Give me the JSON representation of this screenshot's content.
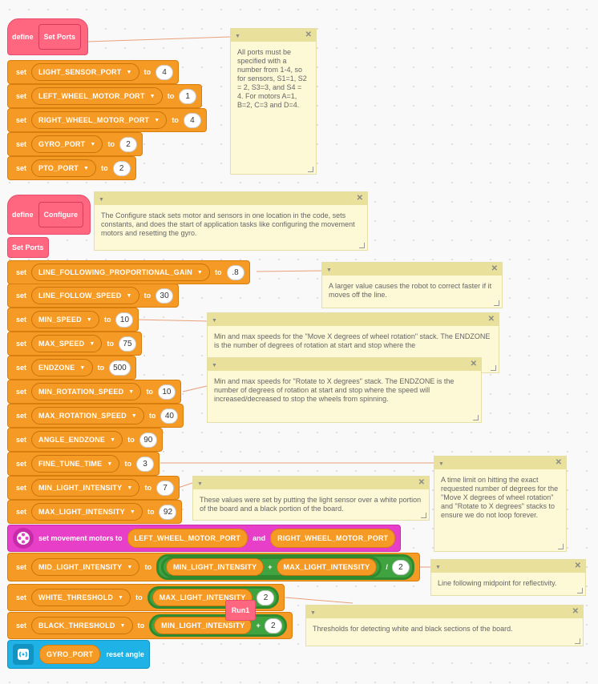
{
  "keywords": {
    "define": "define",
    "set": "set",
    "to": "to",
    "and": "and"
  },
  "stack1": {
    "name": "Set Ports",
    "rows": [
      {
        "var": "LIGHT_SENSOR_PORT",
        "value": "4"
      },
      {
        "var": "LEFT_WHEEL_MOTOR_PORT",
        "value": "1"
      },
      {
        "var": "RIGHT_WHEEL_MOTOR_PORT",
        "value": "4"
      },
      {
        "var": "GYRO_PORT",
        "value": "2"
      },
      {
        "var": "PTO_PORT",
        "value": "2"
      }
    ]
  },
  "stack2": {
    "name": "Configure",
    "call": "Set Ports",
    "rows": [
      {
        "var": "LINE_FOLLOWING_PROPORTIONAL_GAIN",
        "value": ".8"
      },
      {
        "var": "LINE_FOLLOW_SPEED",
        "value": "30"
      },
      {
        "var": "MIN_SPEED",
        "value": "10"
      },
      {
        "var": "MAX_SPEED",
        "value": "75"
      },
      {
        "var": "ENDZONE",
        "value": "500"
      },
      {
        "var": "MIN_ROTATION_SPEED",
        "value": "10"
      },
      {
        "var": "MAX_ROTATION_SPEED",
        "value": "40"
      },
      {
        "var": "ANGLE_ENDZONE",
        "value": "90"
      },
      {
        "var": "FINE_TUNE_TIME",
        "value": "3"
      },
      {
        "var": "MIN_LIGHT_INTENSITY",
        "value": "7"
      },
      {
        "var": "MAX_LIGHT_INTENSITY",
        "value": "92"
      }
    ],
    "movement": {
      "label": "set movement motors to",
      "left": "LEFT_WHEEL_MOTOR_PORT",
      "right": "RIGHT_WHEEL_MOTOR_PORT"
    },
    "mid": {
      "var": "MID_LIGHT_INTENSITY",
      "a": "MIN_LIGHT_INTENSITY",
      "op1": "+",
      "b": "MAX_LIGHT_INTENSITY",
      "op2": "/",
      "c": "2"
    },
    "white": {
      "var": "WHITE_THRESHOLD",
      "a": "MAX_LIGHT_INTENSITY",
      "c": "2"
    },
    "black": {
      "var": "BLACK_THRESHOLD",
      "a": "MIN_LIGHT_INTENSITY",
      "op": "+",
      "c": "2"
    },
    "gyro": {
      "port": "GYRO_PORT",
      "label": "reset angle"
    },
    "tooltip": "Run1"
  },
  "notes": {
    "ports": "All ports must be specified with a number from 1-4, so for sensors, S1=1, S2 = 2, S3=3, and S4 = 4.  For motors A=1, B=2, C=3 and D=4.",
    "configure": "The Configure stack sets motor and sensors in one location in the code, sets constants, and does the start of application tasks like configuring the movement motors and resetting the gyro.",
    "gain": "A larger value causes the robot to correct faster if it moves off the line.",
    "move": "Min and max speeds for the \"Move X degrees of wheel rotation\" stack.  The ENDZONE is the number of degrees of rotation at start and stop where the",
    "rotate": "Min and max speeds for \"Rotate to X degrees\" stack. The ENDZONE is the number of degrees of rotation at start and stop where the speed will increased/decreased to stop the wheels from spinning.",
    "time": "A time limit on hitting the exact requested number of degrees for the \"Move X degrees of wheel rotation\" and \"Rotate to X degrees\" stacks to ensure we do not loop forever.",
    "light": "These values were set by putting the light sensor over a white portion of the board and a black portion of the board.",
    "mid": "Line following midpoint for reflectivity.",
    "thresh": "Thresholds for detecting white and black sections of the board."
  },
  "colors": {
    "variables": "#f59a24",
    "myblocks": "#ff6680",
    "operators": "#3fa33f",
    "motors": "#e83fc8",
    "sensors": "#1eb2e6",
    "comment": "#fdf8d6"
  },
  "icons": [
    "close-icon",
    "collapse-icon",
    "resize-grip-icon",
    "motor-icon",
    "gyro-icon",
    "dropdown-caret-icon"
  ]
}
